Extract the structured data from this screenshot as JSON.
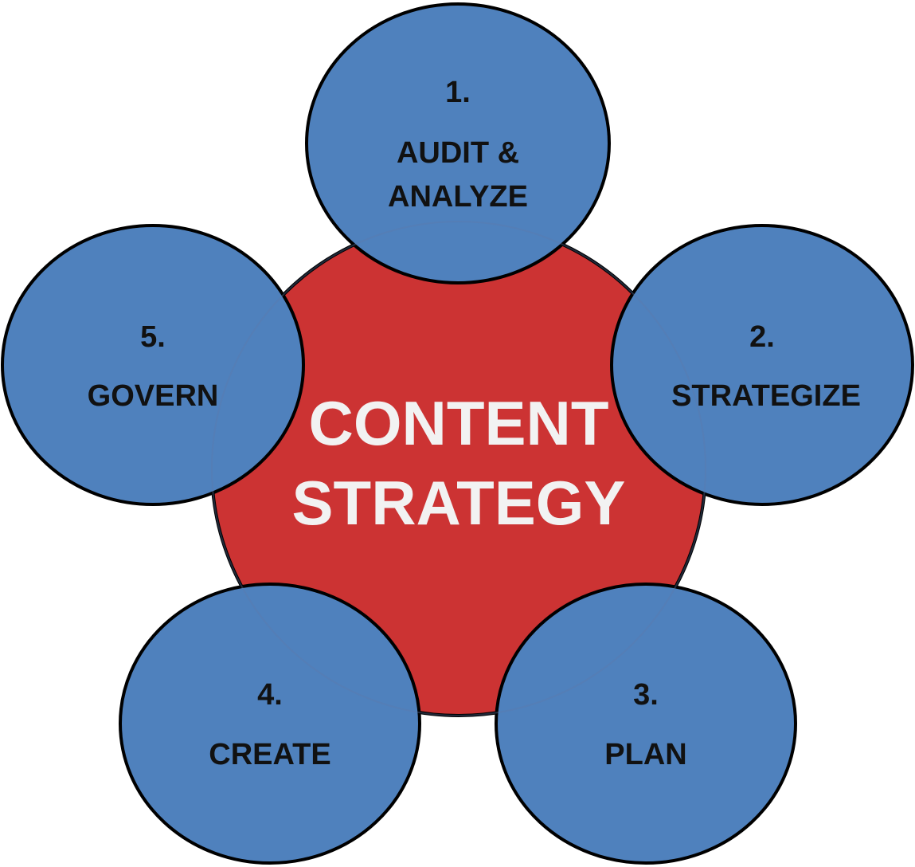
{
  "center": {
    "line1": "CONTENT",
    "line2": "STRATEGY",
    "fill": "#cc3333"
  },
  "steps": [
    {
      "number": "1.",
      "line1": "AUDIT &",
      "line2": "ANALYZE"
    },
    {
      "number": "2.",
      "line1": "STRATEGIZE"
    },
    {
      "number": "3.",
      "line1": "PLAN"
    },
    {
      "number": "4.",
      "line1": "CREATE"
    },
    {
      "number": "5.",
      "line1": "GOVERN"
    }
  ],
  "colors": {
    "step_fill": "#4f81bd",
    "outline": "#000000",
    "center_text": "#f2f2f2",
    "step_text": "#111111"
  }
}
